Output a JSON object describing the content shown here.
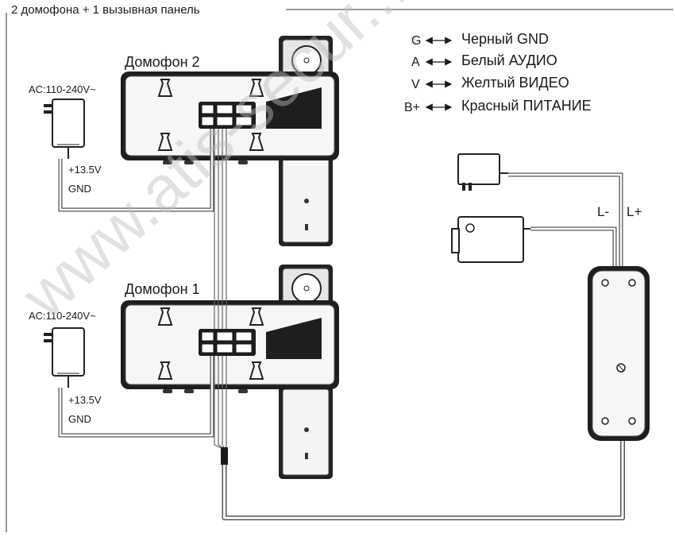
{
  "title": "2 домофона + 1 вызывная панель",
  "monitor_top_label": "Домофон 2",
  "monitor_bottom_label": "Домофон 1",
  "adapter_top_label": "AC:110-240V~",
  "adapter_bottom_label": "AC:110-240V~",
  "voltage_top": "+13.5V",
  "gnd_top": "GND",
  "voltage_bottom": "+13.5V",
  "gnd_bottom": "GND",
  "legend": [
    {
      "code": "G",
      "desc": "Черный GND"
    },
    {
      "code": "A",
      "desc": "Белый АУДИО"
    },
    {
      "code": "V",
      "desc": "Желтый ВИДЕО"
    },
    {
      "code": "B+",
      "desc": "Красный ПИТАНИЕ"
    }
  ],
  "lock_minus": "L-",
  "lock_plus": "L+",
  "watermark": "www.atis-secur..."
}
